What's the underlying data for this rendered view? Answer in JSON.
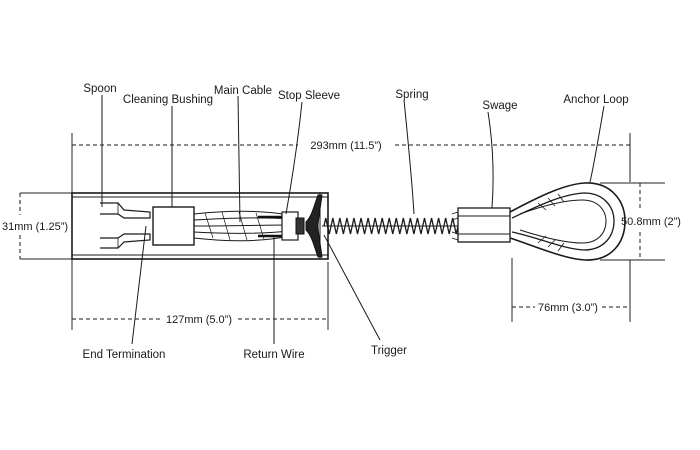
{
  "labels": {
    "spoon": "Spoon",
    "cleaning_bushing": "Cleaning Bushing",
    "main_cable": "Main Cable",
    "stop_sleeve": "Stop Sleeve",
    "spring": "Spring",
    "swage": "Swage",
    "anchor_loop": "Anchor Loop",
    "end_termination": "End Termination",
    "return_wire": "Return Wire",
    "trigger": "Trigger"
  },
  "dimensions": {
    "overall_length": "293mm (11.5”)",
    "body_length": "127mm (5.0”)",
    "body_diameter": "31mm (1.25”)",
    "loop_length": "76mm (3.0”)",
    "loop_width": "50.8mm (2”)"
  }
}
